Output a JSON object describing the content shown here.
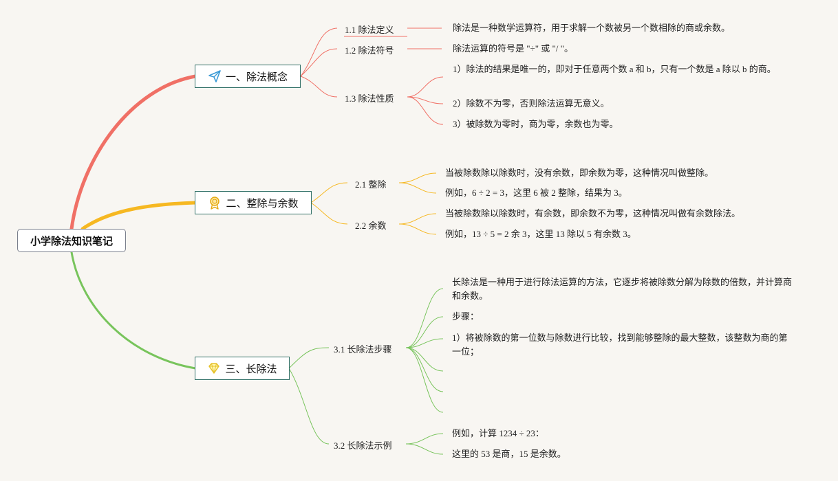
{
  "root": {
    "title": "小学除法知识笔记"
  },
  "colors": {
    "branch1": "#f07066",
    "branch2": "#f6b822",
    "branch3": "#78c45c",
    "node_border": "#2f6f66"
  },
  "branches": [
    {
      "label": "一、除法概念",
      "icon": "paper-plane-icon",
      "subs": [
        {
          "label": "1.1 除法定义",
          "leaves": [
            "除法是一种数学运算符，用于求解一个数被另一个数相除的商或余数。"
          ]
        },
        {
          "label": "1.2 除法符号",
          "leaves": [
            "除法运算的符号是 \"÷\" 或 \"/ \"。"
          ]
        },
        {
          "label": "1.3 除法性质",
          "leaves": [
            "1）除法的结果是唯一的，即对于任意两个数 a 和 b，只有一个数是 a 除以 b 的商。",
            "2）除数不为零，否则除法运算无意义。",
            "3）被除数为零时，商为零，余数也为零。"
          ]
        }
      ]
    },
    {
      "label": "二、整除与余数",
      "icon": "award-medal-icon",
      "subs": [
        {
          "label": "2.1 整除",
          "leaves": [
            "当被除数除以除数时，没有余数，即余数为零，这种情况叫做整除。",
            "例如，6 ÷ 2 = 3，这里 6 被 2 整除，结果为 3。"
          ]
        },
        {
          "label": "2.2 余数",
          "leaves": [
            "当被除数除以除数时，有余数，即余数不为零，这种情况叫做有余数除法。",
            "例如，13 ÷ 5 = 2 余 3，这里 13 除以 5 有余数 3。"
          ]
        }
      ]
    },
    {
      "label": "三、长除法",
      "icon": "diamond-icon",
      "subs": [
        {
          "label": "3.1 长除法步骤",
          "leaves": [
            "长除法是一种用于进行除法运算的方法，它逐步将被除数分解为除数的倍数，并计算商和余数。",
            "步骤：",
            "1）将被除数的第一位数与除数进行比较，找到能够整除的最大整数，该整数为商的第一位；",
            "",
            "",
            ""
          ]
        },
        {
          "label": "3.2 长除法示例",
          "leaves": [
            "例如，计算 1234 ÷ 23：",
            "这里的 53 是商，15 是余数。"
          ]
        }
      ]
    }
  ]
}
